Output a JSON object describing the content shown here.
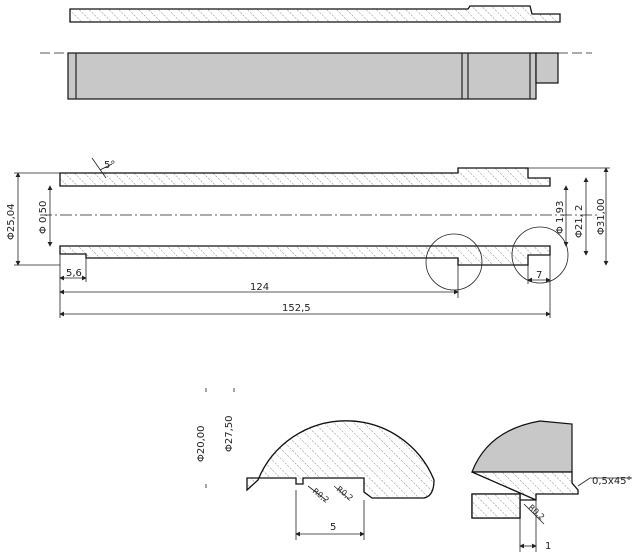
{
  "drawing": {
    "section": {
      "dims": {
        "outer_dia": "Φ25,04",
        "inner_dia": "Φ 0,50",
        "angle_label": "5°",
        "step_dia_a": "Φ 1,93",
        "step_dia_b": "Φ21, 2",
        "right_dia": "Φ31,00",
        "left_len": "5,6",
        "mid_len": "124",
        "total_len": "152,5",
        "step_len": "7"
      }
    },
    "detail_left": {
      "dims": {
        "dia_a": "Φ20,00",
        "dia_b": "Φ27,50",
        "r_a": "R0,2",
        "r_b": "R0,2",
        "len": "5"
      }
    },
    "detail_right": {
      "dims": {
        "chamfer": "0,5x45°",
        "r": "R0,2",
        "len": "1"
      }
    }
  }
}
